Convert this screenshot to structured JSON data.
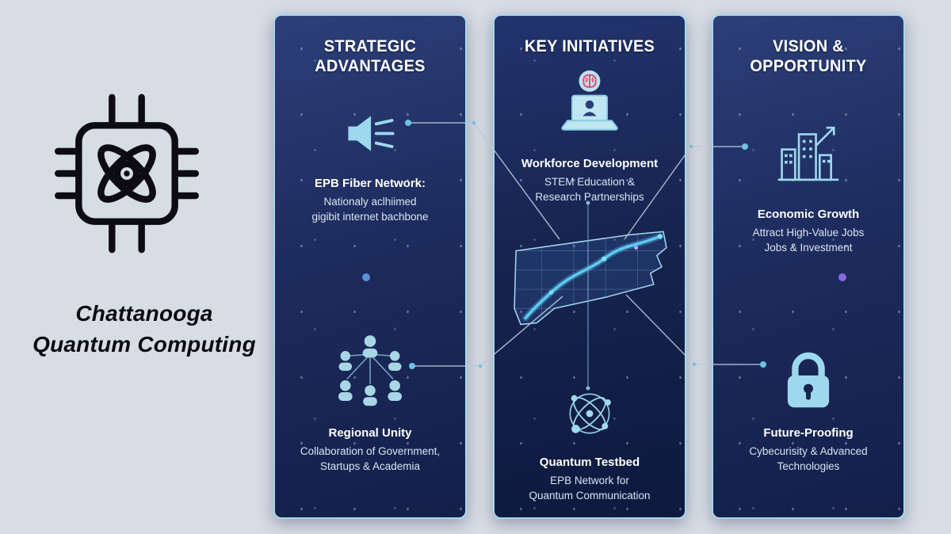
{
  "brand": {
    "title": "Chattanooga\nQuantum Computing"
  },
  "panels": {
    "strategic": {
      "title": "STRATEGIC\nADVANTAGES",
      "item1_heading": "EPB Fiber Network:",
      "item1_body": "Nationaly aclhiimed\ngigibit internet bachbone",
      "item2_heading": "Regional Unity",
      "item2_body": "Collaboration of Government,\nStartups & Academia"
    },
    "initiatives": {
      "title": "KEY INITIATIVES",
      "item1_heading": "Workforce Development",
      "item1_body": "STEM Education &\nResearch Partnerships",
      "item2_heading": "Quantum Testbed",
      "item2_body": "EPB Network for\nQuantum Communication"
    },
    "vision": {
      "title": "VISION &\nOPPORTUNITY",
      "item1_heading": "Economic Growth",
      "item1_body": "Attract High-Value Jobs\nJobs & Investment",
      "item2_heading": "Future-Proofing",
      "item2_body": "Cybecurisity & Advanced\nTechnologies"
    }
  },
  "icons": {
    "logo": "chip-atom-logo",
    "strategic_item1": "megaphone-icon",
    "strategic_item2": "people-network-icon",
    "initiatives_item1": "laptop-brain-icon",
    "initiatives_map": "tennessee-map",
    "initiatives_item2": "atom-network-icon",
    "vision_item1": "city-growth-icon",
    "vision_item2": "padlock-icon"
  },
  "colors": {
    "page_background": "#d7dde5",
    "panel_navy": "#1d2c5e",
    "panel_border": "#a5d8ec",
    "icon_blue": "#9ed8ee",
    "line_blue": "#4a7fd6",
    "line_purple": "#8a6ae0",
    "river_cyan": "#5fd0f7"
  }
}
